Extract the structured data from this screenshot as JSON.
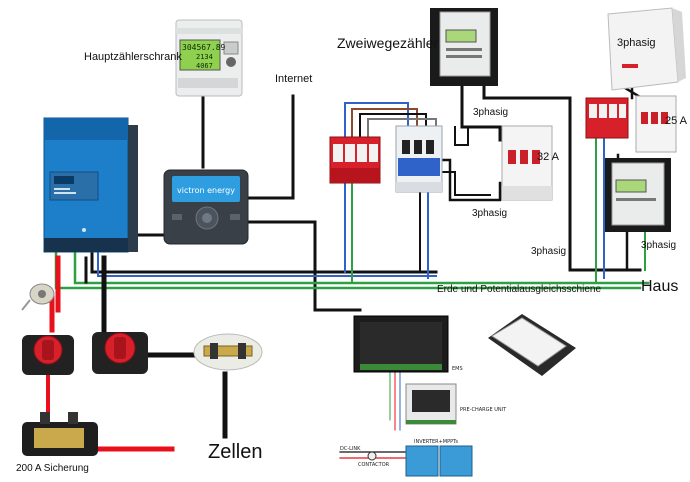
{
  "labels": {
    "main_meter_cabinet": "Hauptzählerschrank",
    "internet": "Internet",
    "bidirectional_meter": "Zweiwegezähler",
    "three_phase_top_right": "3phasig",
    "three_phase_a": "3phasig",
    "three_phase_b": "3phasig",
    "three_phase_c": "3phasig",
    "three_phase_d": "3phasig",
    "breaker_32a": "32 A",
    "breaker_25a": "25 A",
    "ground_bus": "Erde und Potentialausgleichsschiene",
    "house": "Haus",
    "cells": "Zellen",
    "fuse_200a": "200 A Sicherung"
  },
  "meter_display": {
    "line1": "304567.89",
    "line2": "2134",
    "line3": "4067"
  },
  "device_text": {
    "victron_brand": "victron energy",
    "ems": "EMS",
    "pre_charge": "PRE-CHARGE UNIT",
    "dc_link": "DC-LINK",
    "contactor": "CONTACTOR",
    "inverter_mppts": "INVERTER+MPPTs"
  },
  "colors": {
    "dc_positive": "#e8101a",
    "dc_negative": "#111111",
    "phase_brown": "#8b4a2b",
    "phase_blue": "#2f63c9",
    "earth_green": "#2ea043",
    "victron_blue": "#1d7fc9",
    "breaker_red": "#d8202a"
  }
}
